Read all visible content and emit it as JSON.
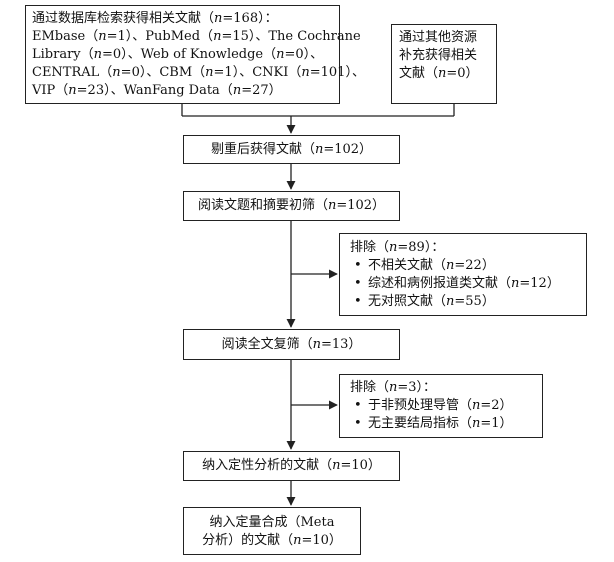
{
  "search": {
    "lines": [
      "通过数据库检索获得相关文献（n=168）：",
      "EMbase（n=1）、PubMed（n=15）、The Cochrane",
      "Library（n=0）、Web of Knowledge（n=0）、",
      "CENTRAL（n=0）、CBM（n=1）、CNKI（n=101）、",
      "VIP（n=23）、WanFang Data（n=27）"
    ]
  },
  "other_sources": {
    "lines": [
      "通过其他资源",
      "补充获得相关",
      "文献（n=0）"
    ]
  },
  "dedup": "剔重后获得文献（n=102）",
  "screen_title": "阅读文题和摘要初筛（n=102）",
  "exclude1": {
    "title": "排除（n=89）：",
    "items": [
      "不相关文献（n=22）",
      "综述和病例报道类文献（n=12）",
      "无对照文献（n=55）"
    ]
  },
  "full_text": "阅读全文复筛（n=13）",
  "exclude2": {
    "title": "排除（n=3）：",
    "items": [
      "于非预处理导管（n=2）",
      "无主要结局指标（n=1）"
    ]
  },
  "qualitative": "纳入定性分析的文献（n=10）",
  "quantitative": {
    "lines": [
      "纳入定量合成（Meta",
      "分析）的文献（n=10）"
    ]
  }
}
